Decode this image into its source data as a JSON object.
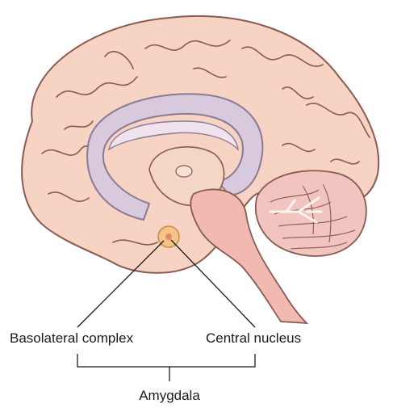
{
  "labels": {
    "basolateral": "Basolateral complex",
    "central": "Central nucleus",
    "amygdala": "Amygdala"
  },
  "colors": {
    "cortex_fill": "#f6d3c2",
    "cortex_stroke": "#8a5a52",
    "limbic_fill": "#d9c9dd",
    "limbic_stroke": "#8a7a95",
    "brainstem_fill": "#f2b8b2",
    "cerebellum_fill": "#f1c4bf",
    "amygdala_outer": "#f6c489",
    "amygdala_inner": "#e58c5a",
    "leader_line": "#1a1a1a"
  }
}
